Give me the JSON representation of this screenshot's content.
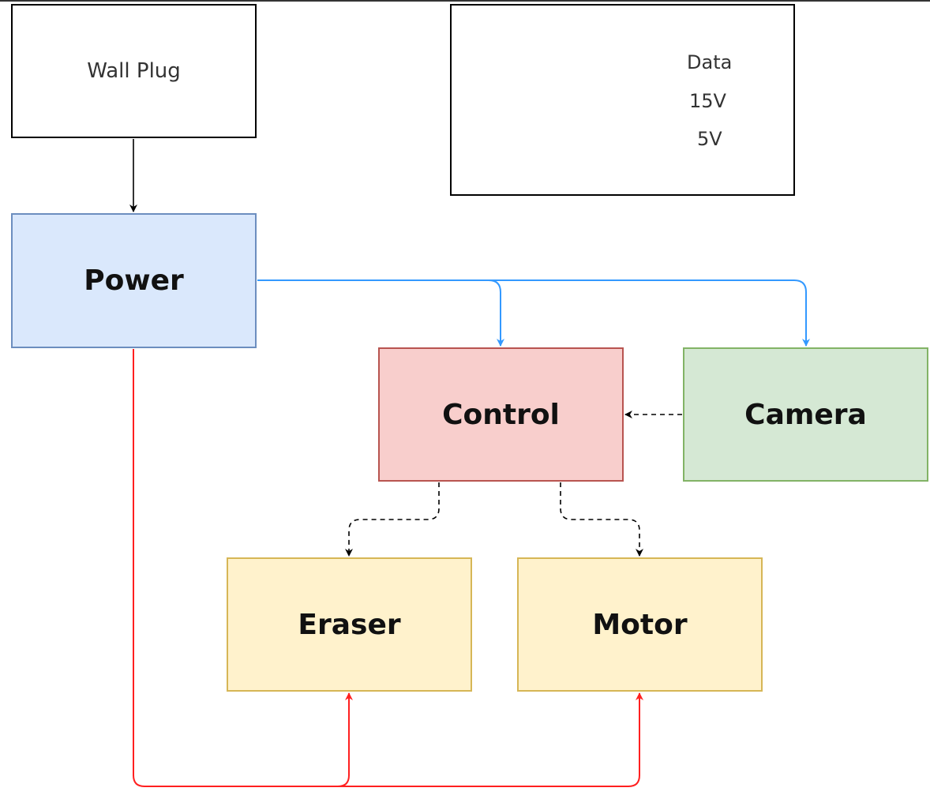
{
  "colors": {
    "data_line": "#000000",
    "power_15v": "#ff2020",
    "power_5v": "#3399ff",
    "power_fill": "#dae8fc",
    "control_fill": "#f8cecc",
    "camera_fill": "#d5e8d4",
    "module_fill": "#fff2cc"
  },
  "boxes": {
    "wall_plug": "Wall Plug",
    "power": "Power",
    "control": "Control",
    "camera": "Camera",
    "eraser": "Eraser",
    "motor": "Motor"
  },
  "legend": {
    "data": "Data",
    "v15": "15V",
    "v5": "5V"
  }
}
